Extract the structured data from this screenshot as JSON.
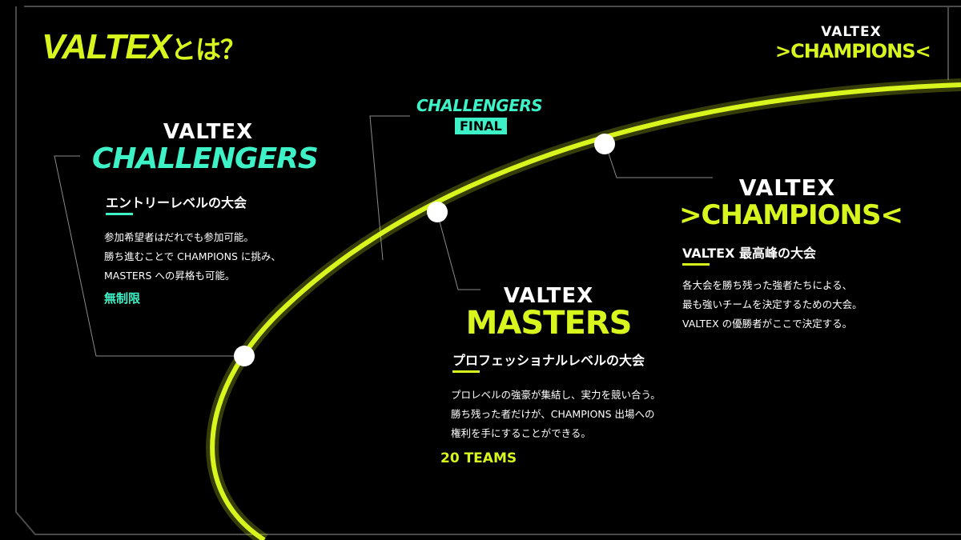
{
  "heading": {
    "brand": "VALTEX",
    "suffix": "とは？"
  },
  "corner_logo": {
    "top": "VALTEX",
    "main": "CHAMPIONS"
  },
  "challengers": {
    "logo_top": "VALTEX",
    "logo_main": "CHALLENGERS",
    "subtitle": "エントリーレベルの大会",
    "description": [
      "参加希望者はだれでも参加可能。",
      "勝ち進むことで CHAMPIONS に挑み、",
      "MASTERS への昇格も可能。"
    ],
    "count": "無制限"
  },
  "challengers_final": {
    "title": "CHALLENGERS",
    "badge": "FINAL"
  },
  "masters": {
    "logo_top": "VALTEX",
    "logo_main": "MASTERS",
    "subtitle": "プロフェッショナルレベルの大会",
    "description": [
      "プロレベルの強豪が集結し、実力を競い合う。",
      "勝ち残った者だけが、CHAMPIONS 出場への",
      "権利を手にすることができる。"
    ],
    "count": "20 TEAMS"
  },
  "champions": {
    "logo_top": "VALTEX",
    "logo_main": "CHAMPIONS",
    "subtitle": "VALTEX 最高峰の大会",
    "description": [
      "各大会を勝ち残った強者たちによる、",
      "最も強いチームを決定するための大会。",
      "VALTEX の優勝者がここで決定する。"
    ]
  },
  "colors": {
    "lime": "#d8f51e",
    "teal": "#3ef2c8",
    "background": "#000000",
    "line": "#7a7a7a"
  }
}
